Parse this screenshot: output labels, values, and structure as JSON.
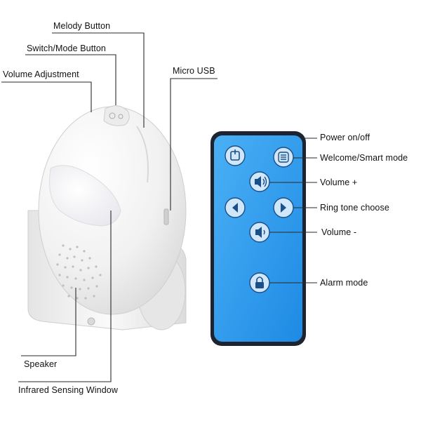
{
  "device_labels": {
    "melody_button": "Melody Button",
    "switch_mode_button": "Switch/Mode Button",
    "volume_adjustment": "Volume Adjustment",
    "micro_usb": "Micro USB",
    "speaker": "Speaker",
    "infrared_window": "Infrared Sensing Window"
  },
  "remote_labels": {
    "power": "Power on/off",
    "welcome_smart": "Welcome/Smart mode",
    "volume_up": "Volume +",
    "ring_tone": "Ring tone choose",
    "volume_down": "Volume -",
    "alarm": "Alarm mode"
  },
  "colors": {
    "remote_body": "#2b9bee",
    "remote_frame": "#1d2430",
    "button_fill": "#cfe6fb",
    "device_white": "#f4f4f4"
  },
  "icons": {
    "power": "power-square-icon",
    "welcome": "menu-lines-icon",
    "volume_up": "speaker-plus-icon",
    "left": "arrow-left-icon",
    "right": "arrow-right-icon",
    "volume_down": "speaker-minus-icon",
    "alarm": "lock-icon"
  }
}
